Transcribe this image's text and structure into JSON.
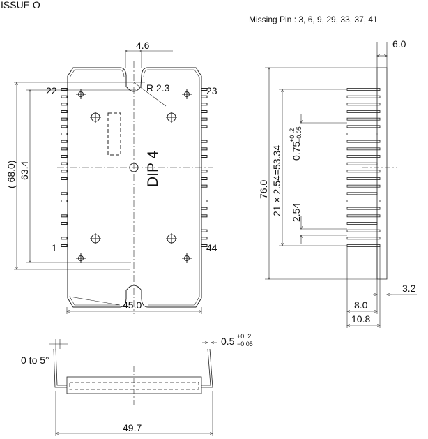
{
  "header": {
    "issue": "ISSUE O",
    "missing_pins": "Missing Pin : 3, 6, 9, 29, 33, 37, 41"
  },
  "front_view": {
    "slot_width": "4.6",
    "radius": "R 2.3",
    "pin_top_left": "22",
    "pin_top_right": "23",
    "pin_bottom_left": "1",
    "pin_bottom_right": "44",
    "overall_height": "( 68.0)",
    "hole_pitch": "63.4",
    "width": "45.0",
    "package_label": "DIP 4"
  },
  "side_view": {
    "depth": "6.0",
    "length": "76.0",
    "pin_span": "21 × 2.54=53.34",
    "pin_width": "0.75",
    "pin_width_tol_upper": "+0 .2",
    "pin_width_tol_lower": "−0.05",
    "pitch": "2.54",
    "pin_length": "8.0",
    "pin_total": "10.8",
    "pin_offset": "3.2"
  },
  "bottom_view": {
    "angle": "0 to 5°",
    "lead_thickness": "0.5",
    "lead_tol_upper": "+0 .2",
    "lead_tol_lower": "−0.05",
    "overall_width": "49.7"
  },
  "colors": {
    "line": "#222222"
  }
}
